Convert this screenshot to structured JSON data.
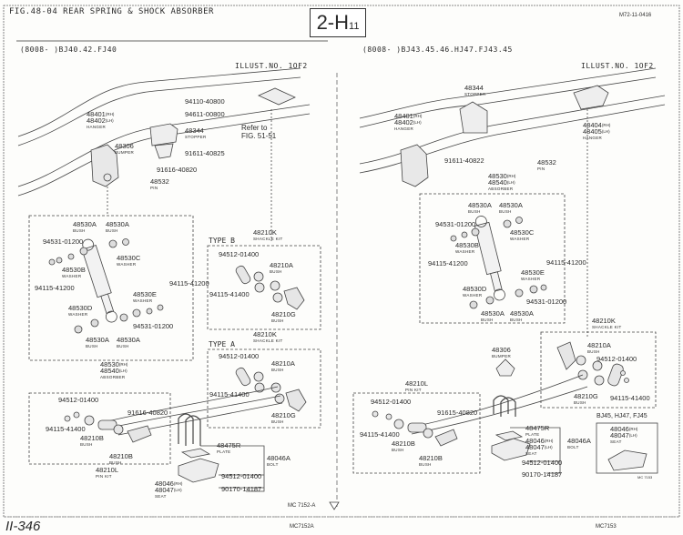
{
  "header": {
    "figure_title": "FIG.48-04 REAR SPRING & SHOCK ABSORBER",
    "section_code_prefix": "2-",
    "section_code_letter": "H",
    "section_code_num": "11",
    "doc_code": "M72-11-0416"
  },
  "left": {
    "models": "(8008-      )BJ40.42.FJ40",
    "illust": "ILLUST.NO. 1OF2",
    "refer": "Refer to",
    "refer2": "FIG. 51-51",
    "type_b": "TYPE B",
    "type_a": "TYPE A",
    "callouts": [
      {
        "part": "94110-40800"
      },
      {
        "part": "94611-00800"
      },
      {
        "part": "48401",
        "s": "(RH)",
        "part2": "48402",
        "s2": "(LH)",
        "name": "HANGER"
      },
      {
        "part": "48344",
        "name": "STOPPER"
      },
      {
        "part": "48306",
        "name": "BUMPER"
      },
      {
        "part": "91611-40825"
      },
      {
        "part": "91616-40820"
      },
      {
        "part": "48532",
        "name": "PIN"
      },
      {
        "part": "48530A",
        "name": "BUSH"
      },
      {
        "part": "48530A",
        "name": "BUSH"
      },
      {
        "part": "94531-01200"
      },
      {
        "part": "48530B",
        "name": "WASHER"
      },
      {
        "part": "48530C",
        "name": "WASHER"
      },
      {
        "part": "94115-41200"
      },
      {
        "part": "94115-41200"
      },
      {
        "part": "48530E",
        "name": "WASHER"
      },
      {
        "part": "48530D",
        "name": "WASHER"
      },
      {
        "part": "94531-01200"
      },
      {
        "part": "48530A",
        "name": "BUSH"
      },
      {
        "part": "48530A",
        "name": "BUSH"
      },
      {
        "part": "48530",
        "s": "(RH)",
        "part2": "48540",
        "s2": "(LH)",
        "name": "ABSORBER"
      },
      {
        "part": "48210K",
        "name": "SHACKLE KIT"
      },
      {
        "part": "94512-01400"
      },
      {
        "part": "94115-41400"
      },
      {
        "part": "48210A",
        "name": "BUSH"
      },
      {
        "part": "48210G",
        "name": "BUSH"
      },
      {
        "part": "48210K",
        "name": "SHACKLE KIT"
      },
      {
        "part": "94512-01400"
      },
      {
        "part": "94115-41400"
      },
      {
        "part": "48210A",
        "name": "BUSH"
      },
      {
        "part": "48210G",
        "name": "BUSH"
      },
      {
        "part": "94512-01400"
      },
      {
        "part": "94115-41400"
      },
      {
        "part": "48210B",
        "name": "BUSH"
      },
      {
        "part": "48210B",
        "name": "BUSH"
      },
      {
        "part": "91616-40820"
      },
      {
        "part": "48210L",
        "name": "PIN KIT"
      },
      {
        "part": "48475R",
        "name": "PLATE"
      },
      {
        "part": "48046A",
        "name": "BOLT"
      },
      {
        "part": "94512-01400"
      },
      {
        "part": "90170-14187"
      },
      {
        "part": "48046",
        "s": "(RH)",
        "part2": "48047",
        "s2": "(LH)",
        "name": "SEAT"
      }
    ],
    "next_ref": "MC 7152-A",
    "page_no": "II-346",
    "code": "MC7152A"
  },
  "right": {
    "models": "(8008-      )BJ43.45.46.HJ47.FJ43.45",
    "illust": "ILLUST.NO. 1OF2",
    "variant_title": "BJ45, HJ47, FJ45",
    "variant_code": "MC 7153",
    "callouts": [
      {
        "part": "48344",
        "name": "STOPPER"
      },
      {
        "part": "48401",
        "s": "(RH)",
        "part2": "48402",
        "s2": "(LH)",
        "name": "HANGER"
      },
      {
        "part": "48404",
        "s": "(RH)",
        "part2": "48405",
        "s2": "(LH)",
        "name": "HANGER"
      },
      {
        "part": "91611-40822"
      },
      {
        "part": "48532",
        "name": "PIN"
      },
      {
        "part": "48530",
        "s": "(RH)",
        "part2": "48540",
        "s2": "(LH)",
        "name": "ABSORBER"
      },
      {
        "part": "48530A",
        "name": "BUSH"
      },
      {
        "part": "48530A",
        "name": "BUSH"
      },
      {
        "part": "94531-01200"
      },
      {
        "part": "48530B",
        "name": "WASHER"
      },
      {
        "part": "48530C",
        "name": "WASHER"
      },
      {
        "part": "94115-41200"
      },
      {
        "part": "94115-41200"
      },
      {
        "part": "48530E",
        "name": "WASHER"
      },
      {
        "part": "48530D",
        "name": "WASHER"
      },
      {
        "part": "94531-01200"
      },
      {
        "part": "48530A",
        "name": "BUSH"
      },
      {
        "part": "48530A",
        "name": "BUSH"
      },
      {
        "part": "48306",
        "name": "BUMPER"
      },
      {
        "part": "48210K",
        "name": "SHACKLE KIT"
      },
      {
        "part": "48210A",
        "name": "BUSH"
      },
      {
        "part": "94512-01400"
      },
      {
        "part": "48210G",
        "name": "BUSH"
      },
      {
        "part": "94115-41400"
      },
      {
        "part": "48210L",
        "name": "PIN KIT"
      },
      {
        "part": "94512-01400"
      },
      {
        "part": "94115-41400"
      },
      {
        "part": "48210B",
        "name": "BUSH"
      },
      {
        "part": "48210B",
        "name": "BUSH"
      },
      {
        "part": "91615-40820"
      },
      {
        "part": "48475R",
        "name": "PLATE"
      },
      {
        "part": "48046",
        "s": "(RH)",
        "part2": "48047",
        "s2": "(LH)",
        "name": "SEAT"
      },
      {
        "part": "48046A",
        "name": "BOLT"
      },
      {
        "part": "94512-01400"
      },
      {
        "part": "90170-14187"
      },
      {
        "part": "48046",
        "s": "(RH)",
        "part2": "48047",
        "s2": "(LH)",
        "name": "SEAT"
      }
    ],
    "code": "MC7153"
  }
}
